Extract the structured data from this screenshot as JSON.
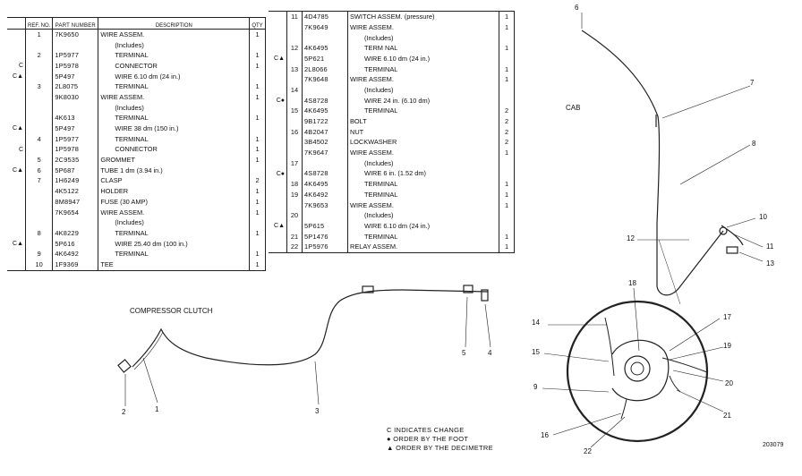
{
  "left_table": {
    "headers": {
      "ref_no": "REF. NO.",
      "part_number": "PART NUMBER",
      "description": "DESCRIPTION",
      "qty": "QTY"
    },
    "rows": [
      {
        "mark": "",
        "ref": "1",
        "part": "7K9650",
        "desc": "WIRE ASSEM.",
        "qty": "1",
        "indent": 0
      },
      {
        "mark": "",
        "ref": "",
        "part": "",
        "desc": "(Includes)",
        "qty": "",
        "indent": 1
      },
      {
        "mark": "",
        "ref": "2",
        "part": "1P5977",
        "desc": "TERMINAL",
        "qty": "1",
        "indent": 1
      },
      {
        "mark": "C",
        "ref": "",
        "part": "1P5978",
        "desc": "CONNECTOR",
        "qty": "1",
        "indent": 1
      },
      {
        "mark": "C▲",
        "ref": "",
        "part": "5P497",
        "desc": "WIRE  6.10 dm (24 in.)",
        "qty": "",
        "indent": 1
      },
      {
        "mark": "",
        "ref": "3",
        "part": "2L8075",
        "desc": "TERMINAL",
        "qty": "1",
        "indent": 1
      },
      {
        "mark": "",
        "ref": "",
        "part": "9K8030",
        "desc": "WIRE ASSEM.",
        "qty": "1",
        "indent": 0
      },
      {
        "mark": "",
        "ref": "",
        "part": "",
        "desc": "(Includes)",
        "qty": "",
        "indent": 1
      },
      {
        "mark": "",
        "ref": "",
        "part": "4K613",
        "desc": "TERMINAL",
        "qty": "1",
        "indent": 1
      },
      {
        "mark": "C▲",
        "ref": "",
        "part": "5P497",
        "desc": "WIRE  38 dm (150 in.)",
        "qty": "",
        "indent": 1
      },
      {
        "mark": "",
        "ref": "4",
        "part": "1P5977",
        "desc": "TERMINAL",
        "qty": "1",
        "indent": 1
      },
      {
        "mark": "C",
        "ref": "",
        "part": "1P5978",
        "desc": "CONNECTOR",
        "qty": "1",
        "indent": 1
      },
      {
        "mark": "",
        "ref": "5",
        "part": "2C9535",
        "desc": "GROMMET",
        "qty": "1",
        "indent": 0
      },
      {
        "mark": "C▲",
        "ref": "6",
        "part": "5P687",
        "desc": "TUBE  1 dm (3.94 in.)",
        "qty": "",
        "indent": 0
      },
      {
        "mark": "",
        "ref": "7",
        "part": "1H6249",
        "desc": "CLASP",
        "qty": "2",
        "indent": 0
      },
      {
        "mark": "",
        "ref": "",
        "part": "4K5122",
        "desc": "HOLDER",
        "qty": "1",
        "indent": 0
      },
      {
        "mark": "",
        "ref": "",
        "part": "8M8947",
        "desc": "FUSE  (30 AMP)",
        "qty": "1",
        "indent": 0
      },
      {
        "mark": "",
        "ref": "",
        "part": "7K9654",
        "desc": "WIRE ASSEM.",
        "qty": "1",
        "indent": 0
      },
      {
        "mark": "",
        "ref": "",
        "part": "",
        "desc": "(Includes)",
        "qty": "",
        "indent": 1
      },
      {
        "mark": "",
        "ref": "8",
        "part": "4K8229",
        "desc": "TERMINAL",
        "qty": "1",
        "indent": 1
      },
      {
        "mark": "C▲",
        "ref": "",
        "part": "5P616",
        "desc": "WIRE  25.40 dm (100 in.)",
        "qty": "",
        "indent": 1
      },
      {
        "mark": "",
        "ref": "9",
        "part": "4K6492",
        "desc": "TERMINAL",
        "qty": "1",
        "indent": 1
      },
      {
        "mark": "",
        "ref": "10",
        "part": "1F9369",
        "desc": "TEE",
        "qty": "1",
        "indent": 0
      }
    ]
  },
  "right_table": {
    "rows": [
      {
        "mark": "",
        "ref": "11",
        "part": "4D4785",
        "desc": "SWITCH ASSEM. (pressure)",
        "qty": "1",
        "indent": 0
      },
      {
        "mark": "",
        "ref": "",
        "part": "7K9649",
        "desc": "WIRE ASSEM.",
        "qty": "1",
        "indent": 0
      },
      {
        "mark": "",
        "ref": "",
        "part": "",
        "desc": "(Includes)",
        "qty": "",
        "indent": 1
      },
      {
        "mark": "",
        "ref": "12",
        "part": "4K6495",
        "desc": "TERM NAL",
        "qty": "1",
        "indent": 1
      },
      {
        "mark": "C▲",
        "ref": "",
        "part": "5P621",
        "desc": "WIRE  6.10 dm (24 in.)",
        "qty": "",
        "indent": 1
      },
      {
        "mark": "",
        "ref": "13",
        "part": "2L8066",
        "desc": "TERMINAL",
        "qty": "1",
        "indent": 1
      },
      {
        "mark": "",
        "ref": "",
        "part": "7K9648",
        "desc": "WIRE ASSEM.",
        "qty": "1",
        "indent": 0
      },
      {
        "mark": "",
        "ref": "14",
        "part": "",
        "desc": "(Includes)",
        "qty": "",
        "indent": 1
      },
      {
        "mark": "C●",
        "ref": "",
        "part": "4S8728",
        "desc": "WIRE  24 in. (6.10 dm)",
        "qty": "",
        "indent": 1
      },
      {
        "mark": "",
        "ref": "15",
        "part": "4K6495",
        "desc": "TERMINAL",
        "qty": "2",
        "indent": 1
      },
      {
        "mark": "",
        "ref": "",
        "part": "9B1722",
        "desc": "BOLT",
        "qty": "2",
        "indent": 0
      },
      {
        "mark": "",
        "ref": "16",
        "part": "4B2047",
        "desc": "NUT",
        "qty": "2",
        "indent": 0
      },
      {
        "mark": "",
        "ref": "",
        "part": "3B4502",
        "desc": "LOCKWASHER",
        "qty": "2",
        "indent": 0
      },
      {
        "mark": "",
        "ref": "",
        "part": "7K9647",
        "desc": "WIRE ASSEM.",
        "qty": "1",
        "indent": 0
      },
      {
        "mark": "",
        "ref": "17",
        "part": "",
        "desc": "(Includes)",
        "qty": "",
        "indent": 1
      },
      {
        "mark": "C●",
        "ref": "",
        "part": "4S8728",
        "desc": "WIRE  6 in. (1.52 dm)",
        "qty": "",
        "indent": 1
      },
      {
        "mark": "",
        "ref": "18",
        "part": "4K6495",
        "desc": "TERMINAL",
        "qty": "1",
        "indent": 1
      },
      {
        "mark": "",
        "ref": "19",
        "part": "4K6492",
        "desc": "TERMINAL",
        "qty": "1",
        "indent": 1
      },
      {
        "mark": "",
        "ref": "",
        "part": "7K9653",
        "desc": "WIRE ASSEM.",
        "qty": "1",
        "indent": 0
      },
      {
        "mark": "",
        "ref": "20",
        "part": "",
        "desc": "(Includes)",
        "qty": "",
        "indent": 1
      },
      {
        "mark": "C▲",
        "ref": "",
        "part": "5P615",
        "desc": "WIRE  6.10 dm (24 in.)",
        "qty": "",
        "indent": 1
      },
      {
        "mark": "",
        "ref": "21",
        "part": "5P1476",
        "desc": "TERMINAL",
        "qty": "1",
        "indent": 1
      },
      {
        "mark": "",
        "ref": "22",
        "part": "1P5976",
        "desc": "RELAY ASSEM.",
        "qty": "1",
        "indent": 0
      }
    ]
  },
  "diagram": {
    "compressor_label": "COMPRESSOR CLUTCH",
    "cab_label": "CAB",
    "callouts": [
      "1",
      "2",
      "3",
      "4",
      "5",
      "6",
      "7",
      "8",
      "9",
      "10",
      "11",
      "12",
      "13",
      "14",
      "15",
      "16",
      "17",
      "18",
      "19",
      "20",
      "21",
      "22"
    ],
    "figure_number": "203079"
  },
  "notes": {
    "line1": "C INDICATES CHANGE",
    "line2": "● ORDER BY THE FOOT",
    "line3": "▲ ORDER BY THE DECIMETRE"
  }
}
